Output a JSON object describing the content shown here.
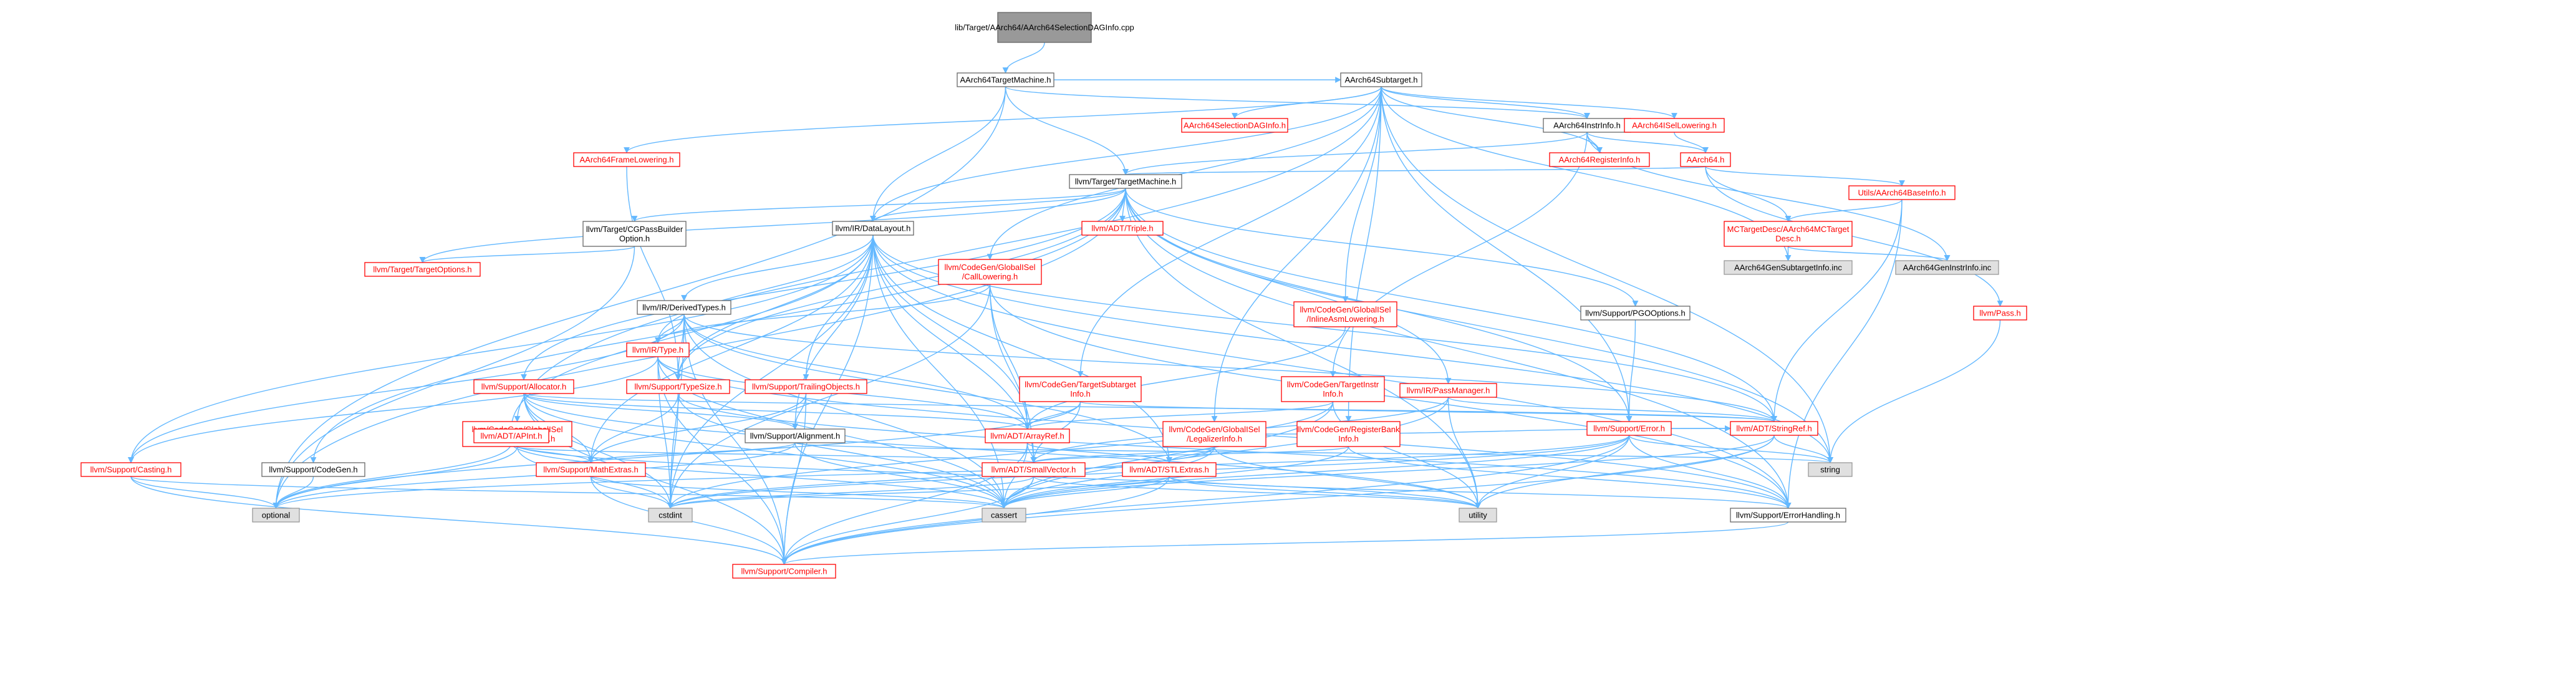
{
  "colors": {
    "edge": "#63b8ff",
    "root_fill": "#999999",
    "root_border": "#666666",
    "node_fill": "#ffffff",
    "node_border": "#666666",
    "missing_border": "#ff0000",
    "missing_text": "#ff0000",
    "leaf_fill": "#e0e0e0",
    "leaf_border": "#999999"
  },
  "nodes": [
    {
      "id": "root",
      "label": "lib/Target/AArch64/AArch64SelectionDAGInfo.cpp",
      "kind": "root"
    },
    {
      "id": "tm_h",
      "label": "AArch64TargetMachine.h",
      "kind": "normal"
    },
    {
      "id": "subtarget",
      "label": "AArch64Subtarget.h",
      "kind": "normal"
    },
    {
      "id": "sdaginfo",
      "label": "AArch64SelectionDAGInfo.h",
      "kind": "missing"
    },
    {
      "id": "instrinfo",
      "label": "AArch64InstrInfo.h",
      "kind": "normal"
    },
    {
      "id": "isel",
      "label": "AArch64ISelLowering.h",
      "kind": "missing"
    },
    {
      "id": "framelow",
      "label": "AArch64FrameLowering.h",
      "kind": "missing"
    },
    {
      "id": "reginfo",
      "label": "AArch64RegisterInfo.h",
      "kind": "missing"
    },
    {
      "id": "aarch64h",
      "label": "AArch64.h",
      "kind": "missing"
    },
    {
      "id": "target_tm",
      "label": "llvm/Target/TargetMachine.h",
      "kind": "normal"
    },
    {
      "id": "baseinfo",
      "label": "Utils/AArch64BaseInfo.h",
      "kind": "missing"
    },
    {
      "id": "cgpass",
      "label": "llvm/Target/CGPassBuilder\nOption.h",
      "kind": "normal"
    },
    {
      "id": "datalayout",
      "label": "llvm/IR/DataLayout.h",
      "kind": "normal"
    },
    {
      "id": "triple",
      "label": "llvm/ADT/Triple.h",
      "kind": "missing"
    },
    {
      "id": "mctargetdesc",
      "label": "MCTargetDesc/AArch64MCTarget\nDesc.h",
      "kind": "missing"
    },
    {
      "id": "gensubtarget",
      "label": "AArch64GenSubtargetInfo.inc",
      "kind": "leaf"
    },
    {
      "id": "geninstr",
      "label": "AArch64GenInstrInfo.inc",
      "kind": "leaf"
    },
    {
      "id": "targetoptions",
      "label": "llvm/Target/TargetOptions.h",
      "kind": "missing"
    },
    {
      "id": "derivedtypes",
      "label": "llvm/IR/DerivedTypes.h",
      "kind": "normal"
    },
    {
      "id": "calllowering",
      "label": "llvm/CodeGen/GlobalISel\n/CallLowering.h",
      "kind": "missing"
    },
    {
      "id": "inlineasm",
      "label": "llvm/CodeGen/GlobalISel\n/InlineAsmLowering.h",
      "kind": "missing"
    },
    {
      "id": "pgooptions",
      "label": "llvm/Support/PGOOptions.h",
      "kind": "normal"
    },
    {
      "id": "pass",
      "label": "llvm/Pass.h",
      "kind": "missing"
    },
    {
      "id": "irtype",
      "label": "llvm/IR/Type.h",
      "kind": "missing"
    },
    {
      "id": "allocator",
      "label": "llvm/Support/Allocator.h",
      "kind": "missing"
    },
    {
      "id": "typesize",
      "label": "llvm/Support/TypeSize.h",
      "kind": "missing"
    },
    {
      "id": "trailingobj",
      "label": "llvm/Support/TrailingObjects.h",
      "kind": "missing"
    },
    {
      "id": "tsubtarget",
      "label": "llvm/CodeGen/TargetSubtarget\nInfo.h",
      "kind": "missing"
    },
    {
      "id": "passmanager",
      "label": "llvm/IR/PassManager.h",
      "kind": "missing"
    },
    {
      "id": "targetinstr",
      "label": "llvm/CodeGen/TargetInstr\nInfo.h",
      "kind": "missing"
    },
    {
      "id": "instselector",
      "label": "llvm/CodeGen/GlobalISel\n/InstructionSelector.h",
      "kind": "missing"
    },
    {
      "id": "apint",
      "label": "llvm/ADT/APInt.h",
      "kind": "missing"
    },
    {
      "id": "alignment",
      "label": "llvm/Support/Alignment.h",
      "kind": "normal"
    },
    {
      "id": "arrayref",
      "label": "llvm/ADT/ArrayRef.h",
      "kind": "missing"
    },
    {
      "id": "legalizer",
      "label": "llvm/CodeGen/GlobalISel\n/LegalizerInfo.h",
      "kind": "missing"
    },
    {
      "id": "regbank",
      "label": "llvm/CodeGen/RegisterBank\nInfo.h",
      "kind": "missing"
    },
    {
      "id": "error",
      "label": "llvm/Support/Error.h",
      "kind": "missing"
    },
    {
      "id": "stringref",
      "label": "llvm/ADT/StringRef.h",
      "kind": "missing"
    },
    {
      "id": "casting",
      "label": "llvm/Support/Casting.h",
      "kind": "missing"
    },
    {
      "id": "codegen",
      "label": "llvm/Support/CodeGen.h",
      "kind": "normal"
    },
    {
      "id": "mathextras",
      "label": "llvm/Support/MathExtras.h",
      "kind": "missing"
    },
    {
      "id": "smallvector",
      "label": "llvm/ADT/SmallVector.h",
      "kind": "missing"
    },
    {
      "id": "stlextras",
      "label": "llvm/ADT/STLExtras.h",
      "kind": "missing"
    },
    {
      "id": "string",
      "label": "string",
      "kind": "leaf"
    },
    {
      "id": "optional",
      "label": "optional",
      "kind": "leaf"
    },
    {
      "id": "cstdint",
      "label": "cstdint",
      "kind": "leaf"
    },
    {
      "id": "cassert",
      "label": "cassert",
      "kind": "leaf"
    },
    {
      "id": "utility",
      "label": "utility",
      "kind": "leaf"
    },
    {
      "id": "errorhandling",
      "label": "llvm/Support/ErrorHandling.h",
      "kind": "normal"
    },
    {
      "id": "compiler",
      "label": "llvm/Support/Compiler.h",
      "kind": "missing"
    }
  ],
  "edges": [
    [
      "root",
      "tm_h"
    ],
    [
      "tm_h",
      "subtarget"
    ],
    [
      "tm_h",
      "instrinfo"
    ],
    [
      "tm_h",
      "target_tm"
    ],
    [
      "tm_h",
      "datalayout"
    ],
    [
      "tm_h",
      "optional"
    ],
    [
      "subtarget",
      "sdaginfo"
    ],
    [
      "subtarget",
      "instrinfo"
    ],
    [
      "subtarget",
      "isel"
    ],
    [
      "subtarget",
      "framelow"
    ],
    [
      "subtarget",
      "reginfo"
    ],
    [
      "subtarget",
      "datalayout"
    ],
    [
      "subtarget",
      "calllowering"
    ],
    [
      "subtarget",
      "inlineasm"
    ],
    [
      "subtarget",
      "tsubtarget"
    ],
    [
      "subtarget",
      "gensubtarget"
    ],
    [
      "subtarget",
      "legalizer"
    ],
    [
      "subtarget",
      "regbank"
    ],
    [
      "subtarget",
      "instselector"
    ],
    [
      "subtarget",
      "string"
    ],
    [
      "subtarget",
      "error"
    ],
    [
      "instrinfo",
      "reginfo"
    ],
    [
      "instrinfo",
      "aarch64h"
    ],
    [
      "instrinfo",
      "geninstr"
    ],
    [
      "instrinfo",
      "targetinstr"
    ],
    [
      "instrinfo",
      "target_tm"
    ],
    [
      "isel",
      "aarch64h"
    ],
    [
      "framelow",
      "typesize"
    ],
    [
      "aarch64h",
      "target_tm"
    ],
    [
      "aarch64h",
      "baseinfo"
    ],
    [
      "aarch64h",
      "mctargetdesc"
    ],
    [
      "aarch64h",
      "pass"
    ],
    [
      "baseinfo",
      "mctargetdesc"
    ],
    [
      "baseinfo",
      "errorhandling"
    ],
    [
      "baseinfo",
      "stringref"
    ],
    [
      "mctargetdesc",
      "gensubtarget"
    ],
    [
      "mctargetdesc",
      "geninstr"
    ],
    [
      "pass",
      "string"
    ],
    [
      "target_tm",
      "cgpass"
    ],
    [
      "target_tm",
      "datalayout"
    ],
    [
      "target_tm",
      "triple"
    ],
    [
      "target_tm",
      "allocator"
    ],
    [
      "target_tm",
      "typesize"
    ],
    [
      "target_tm",
      "codegen"
    ],
    [
      "target_tm",
      "errorhandling"
    ],
    [
      "target_tm",
      "error"
    ],
    [
      "target_tm",
      "targetoptions"
    ],
    [
      "target_tm",
      "pgooptions"
    ],
    [
      "target_tm",
      "passmanager"
    ],
    [
      "target_tm",
      "stringref"
    ],
    [
      "target_tm",
      "optional"
    ],
    [
      "target_tm",
      "string"
    ],
    [
      "target_tm",
      "utility"
    ],
    [
      "cgpass",
      "targetoptions"
    ],
    [
      "cgpass",
      "optional"
    ],
    [
      "datalayout",
      "derivedtypes"
    ],
    [
      "datalayout",
      "irtype"
    ],
    [
      "datalayout",
      "alignment"
    ],
    [
      "datalayout",
      "typesize"
    ],
    [
      "datalayout",
      "trailingobj"
    ],
    [
      "datalayout",
      "arrayref"
    ],
    [
      "datalayout",
      "apint"
    ],
    [
      "datalayout",
      "smallvector"
    ],
    [
      "datalayout",
      "stringref"
    ],
    [
      "datalayout",
      "stlextras"
    ],
    [
      "datalayout",
      "casting"
    ],
    [
      "datalayout",
      "mathextras"
    ],
    [
      "datalayout",
      "cassert"
    ],
    [
      "datalayout",
      "cstdint"
    ],
    [
      "datalayout",
      "string"
    ],
    [
      "datalayout",
      "errorhandling"
    ],
    [
      "datalayout",
      "compiler"
    ],
    [
      "derivedtypes",
      "irtype"
    ],
    [
      "derivedtypes",
      "arrayref"
    ],
    [
      "derivedtypes",
      "stlextras"
    ],
    [
      "derivedtypes",
      "stringref"
    ],
    [
      "derivedtypes",
      "casting"
    ],
    [
      "derivedtypes",
      "typesize"
    ],
    [
      "derivedtypes",
      "cassert"
    ],
    [
      "derivedtypes",
      "cstdint"
    ],
    [
      "derivedtypes",
      "compiler"
    ],
    [
      "calllowering",
      "irtype"
    ],
    [
      "calllowering",
      "arrayref"
    ],
    [
      "calllowering",
      "smallvector"
    ],
    [
      "calllowering",
      "errorhandling"
    ],
    [
      "calllowering",
      "cstdint"
    ],
    [
      "inlineasm",
      "arrayref"
    ],
    [
      "pgooptions",
      "error"
    ],
    [
      "irtype",
      "typesize"
    ],
    [
      "irtype",
      "arrayref"
    ],
    [
      "irtype",
      "casting"
    ],
    [
      "irtype",
      "errorhandling"
    ],
    [
      "irtype",
      "cassert"
    ],
    [
      "irtype",
      "cstdint"
    ],
    [
      "irtype",
      "compiler"
    ],
    [
      "allocator",
      "mathextras"
    ],
    [
      "allocator",
      "alignment"
    ],
    [
      "allocator",
      "compiler"
    ],
    [
      "allocator",
      "arrayref"
    ],
    [
      "allocator",
      "cassert"
    ],
    [
      "allocator",
      "cstdint"
    ],
    [
      "allocator",
      "utility"
    ],
    [
      "allocator",
      "stringref"
    ],
    [
      "typesize",
      "mathextras"
    ],
    [
      "typesize",
      "errorhandling"
    ],
    [
      "typesize",
      "cassert"
    ],
    [
      "typesize",
      "cstdint"
    ],
    [
      "trailingobj",
      "alignment"
    ],
    [
      "trailingobj",
      "mathextras"
    ],
    [
      "trailingobj",
      "compiler"
    ],
    [
      "tsubtarget",
      "arrayref"
    ],
    [
      "tsubtarget",
      "smallvector"
    ],
    [
      "tsubtarget",
      "stringref"
    ],
    [
      "tsubtarget",
      "optional"
    ],
    [
      "passmanager",
      "stringref"
    ],
    [
      "passmanager",
      "cassert"
    ],
    [
      "passmanager",
      "utility"
    ],
    [
      "passmanager",
      "smallvector"
    ],
    [
      "targetinstr",
      "arrayref"
    ],
    [
      "targetinstr",
      "cassert"
    ],
    [
      "targetinstr",
      "cstdint"
    ],
    [
      "targetinstr",
      "utility"
    ],
    [
      "instselector",
      "smallvector"
    ],
    [
      "instselector",
      "cstdint"
    ],
    [
      "instselector",
      "optional"
    ],
    [
      "apint",
      "mathextras"
    ],
    [
      "apint",
      "cassert"
    ],
    [
      "apint",
      "optional"
    ],
    [
      "apint",
      "utility"
    ],
    [
      "alignment",
      "mathextras"
    ],
    [
      "alignment",
      "cassert"
    ],
    [
      "alignment",
      "optional"
    ],
    [
      "alignment",
      "string"
    ],
    [
      "arrayref",
      "compiler"
    ],
    [
      "arrayref",
      "smallvector"
    ],
    [
      "arrayref",
      "stlextras"
    ],
    [
      "arrayref",
      "cassert"
    ],
    [
      "legalizer",
      "smallvector"
    ],
    [
      "legalizer",
      "stlextras"
    ],
    [
      "legalizer",
      "cassert"
    ],
    [
      "legalizer",
      "cstdint"
    ],
    [
      "legalizer",
      "utility"
    ],
    [
      "legalizer",
      "stringref"
    ],
    [
      "regbank",
      "smallvector"
    ],
    [
      "regbank",
      "errorhandling"
    ],
    [
      "regbank",
      "cassert"
    ],
    [
      "error",
      "errorhandling"
    ],
    [
      "error",
      "compiler"
    ],
    [
      "error",
      "stringref"
    ],
    [
      "error",
      "cassert"
    ],
    [
      "error",
      "cstdint"
    ],
    [
      "error",
      "optional"
    ],
    [
      "error",
      "string"
    ],
    [
      "error",
      "utility"
    ],
    [
      "stringref",
      "compiler"
    ],
    [
      "stringref",
      "string"
    ],
    [
      "stringref",
      "utility"
    ],
    [
      "stringref",
      "cassert"
    ],
    [
      "casting",
      "compiler"
    ],
    [
      "casting",
      "cassert"
    ],
    [
      "casting",
      "optional"
    ],
    [
      "codegen",
      "optional"
    ],
    [
      "mathextras",
      "compiler"
    ],
    [
      "mathextras",
      "cassert"
    ],
    [
      "mathextras",
      "cstdint"
    ],
    [
      "smallvector",
      "compiler"
    ],
    [
      "smallvector",
      "cassert"
    ],
    [
      "smallvector",
      "cstdint"
    ],
    [
      "smallvector",
      "utility"
    ],
    [
      "stlextras",
      "compiler"
    ],
    [
      "stlextras",
      "cassert"
    ],
    [
      "stlextras",
      "cstdint"
    ],
    [
      "stlextras",
      "utility"
    ],
    [
      "stlextras",
      "errorhandling"
    ],
    [
      "errorhandling",
      "compiler"
    ]
  ]
}
